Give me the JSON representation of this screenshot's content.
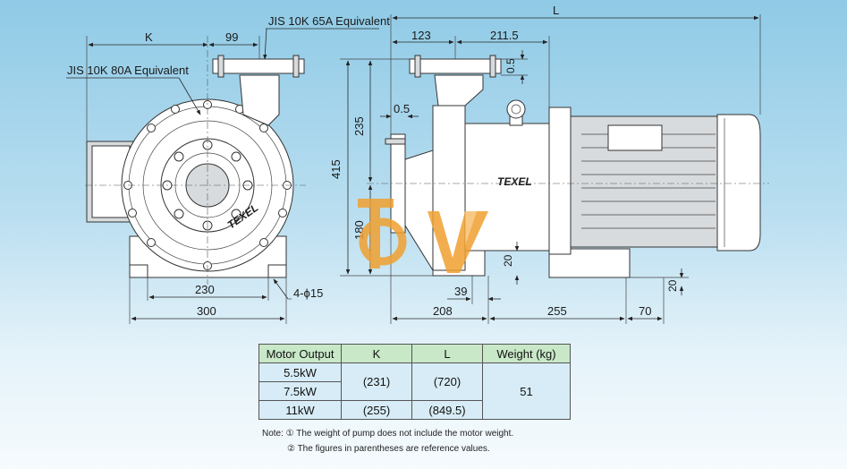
{
  "front_view": {
    "callout_outlet": "JIS 10K 65A Equivalent",
    "callout_inlet": "JIS 10K 80A Equivalent",
    "dim_k": "K",
    "dim_99": "99",
    "dim_230": "230",
    "dim_300": "300",
    "dim_holes": "4-ϕ15",
    "brand": "TEXEL"
  },
  "side_view": {
    "dim_l": "L",
    "dim_123": "123",
    "dim_211_5": "211.5",
    "dim_0_5_top": "0.5",
    "dim_0_5_left": "0.5",
    "dim_235": "235",
    "dim_415": "415",
    "dim_180": "180",
    "dim_20_a": "20",
    "dim_20_b": "20",
    "dim_39": "39",
    "dim_208": "208",
    "dim_255": "255",
    "dim_70": "70",
    "brand": "TEXEL"
  },
  "table": {
    "headers": [
      "Motor Output",
      "K",
      "L",
      "Weight (kg)"
    ],
    "rows": [
      {
        "output": "5.5kW"
      },
      {
        "output": "7.5kW"
      },
      {
        "output": "11kW",
        "k": "(255)",
        "l": "(849.5)"
      }
    ],
    "merged_k": "(231)",
    "merged_l": "(720)",
    "weight": "51"
  },
  "notes": [
    "Note: ① The weight of pump does not include the motor weight.",
    "② The figures in parentheses are reference values."
  ],
  "colors": {
    "background_top": "#8fcae6",
    "background_bottom": "#f6fbfe",
    "table_header": "#c8e8c8",
    "table_cell": "#d7ecf6",
    "watermark_orange": "#f0a030"
  }
}
